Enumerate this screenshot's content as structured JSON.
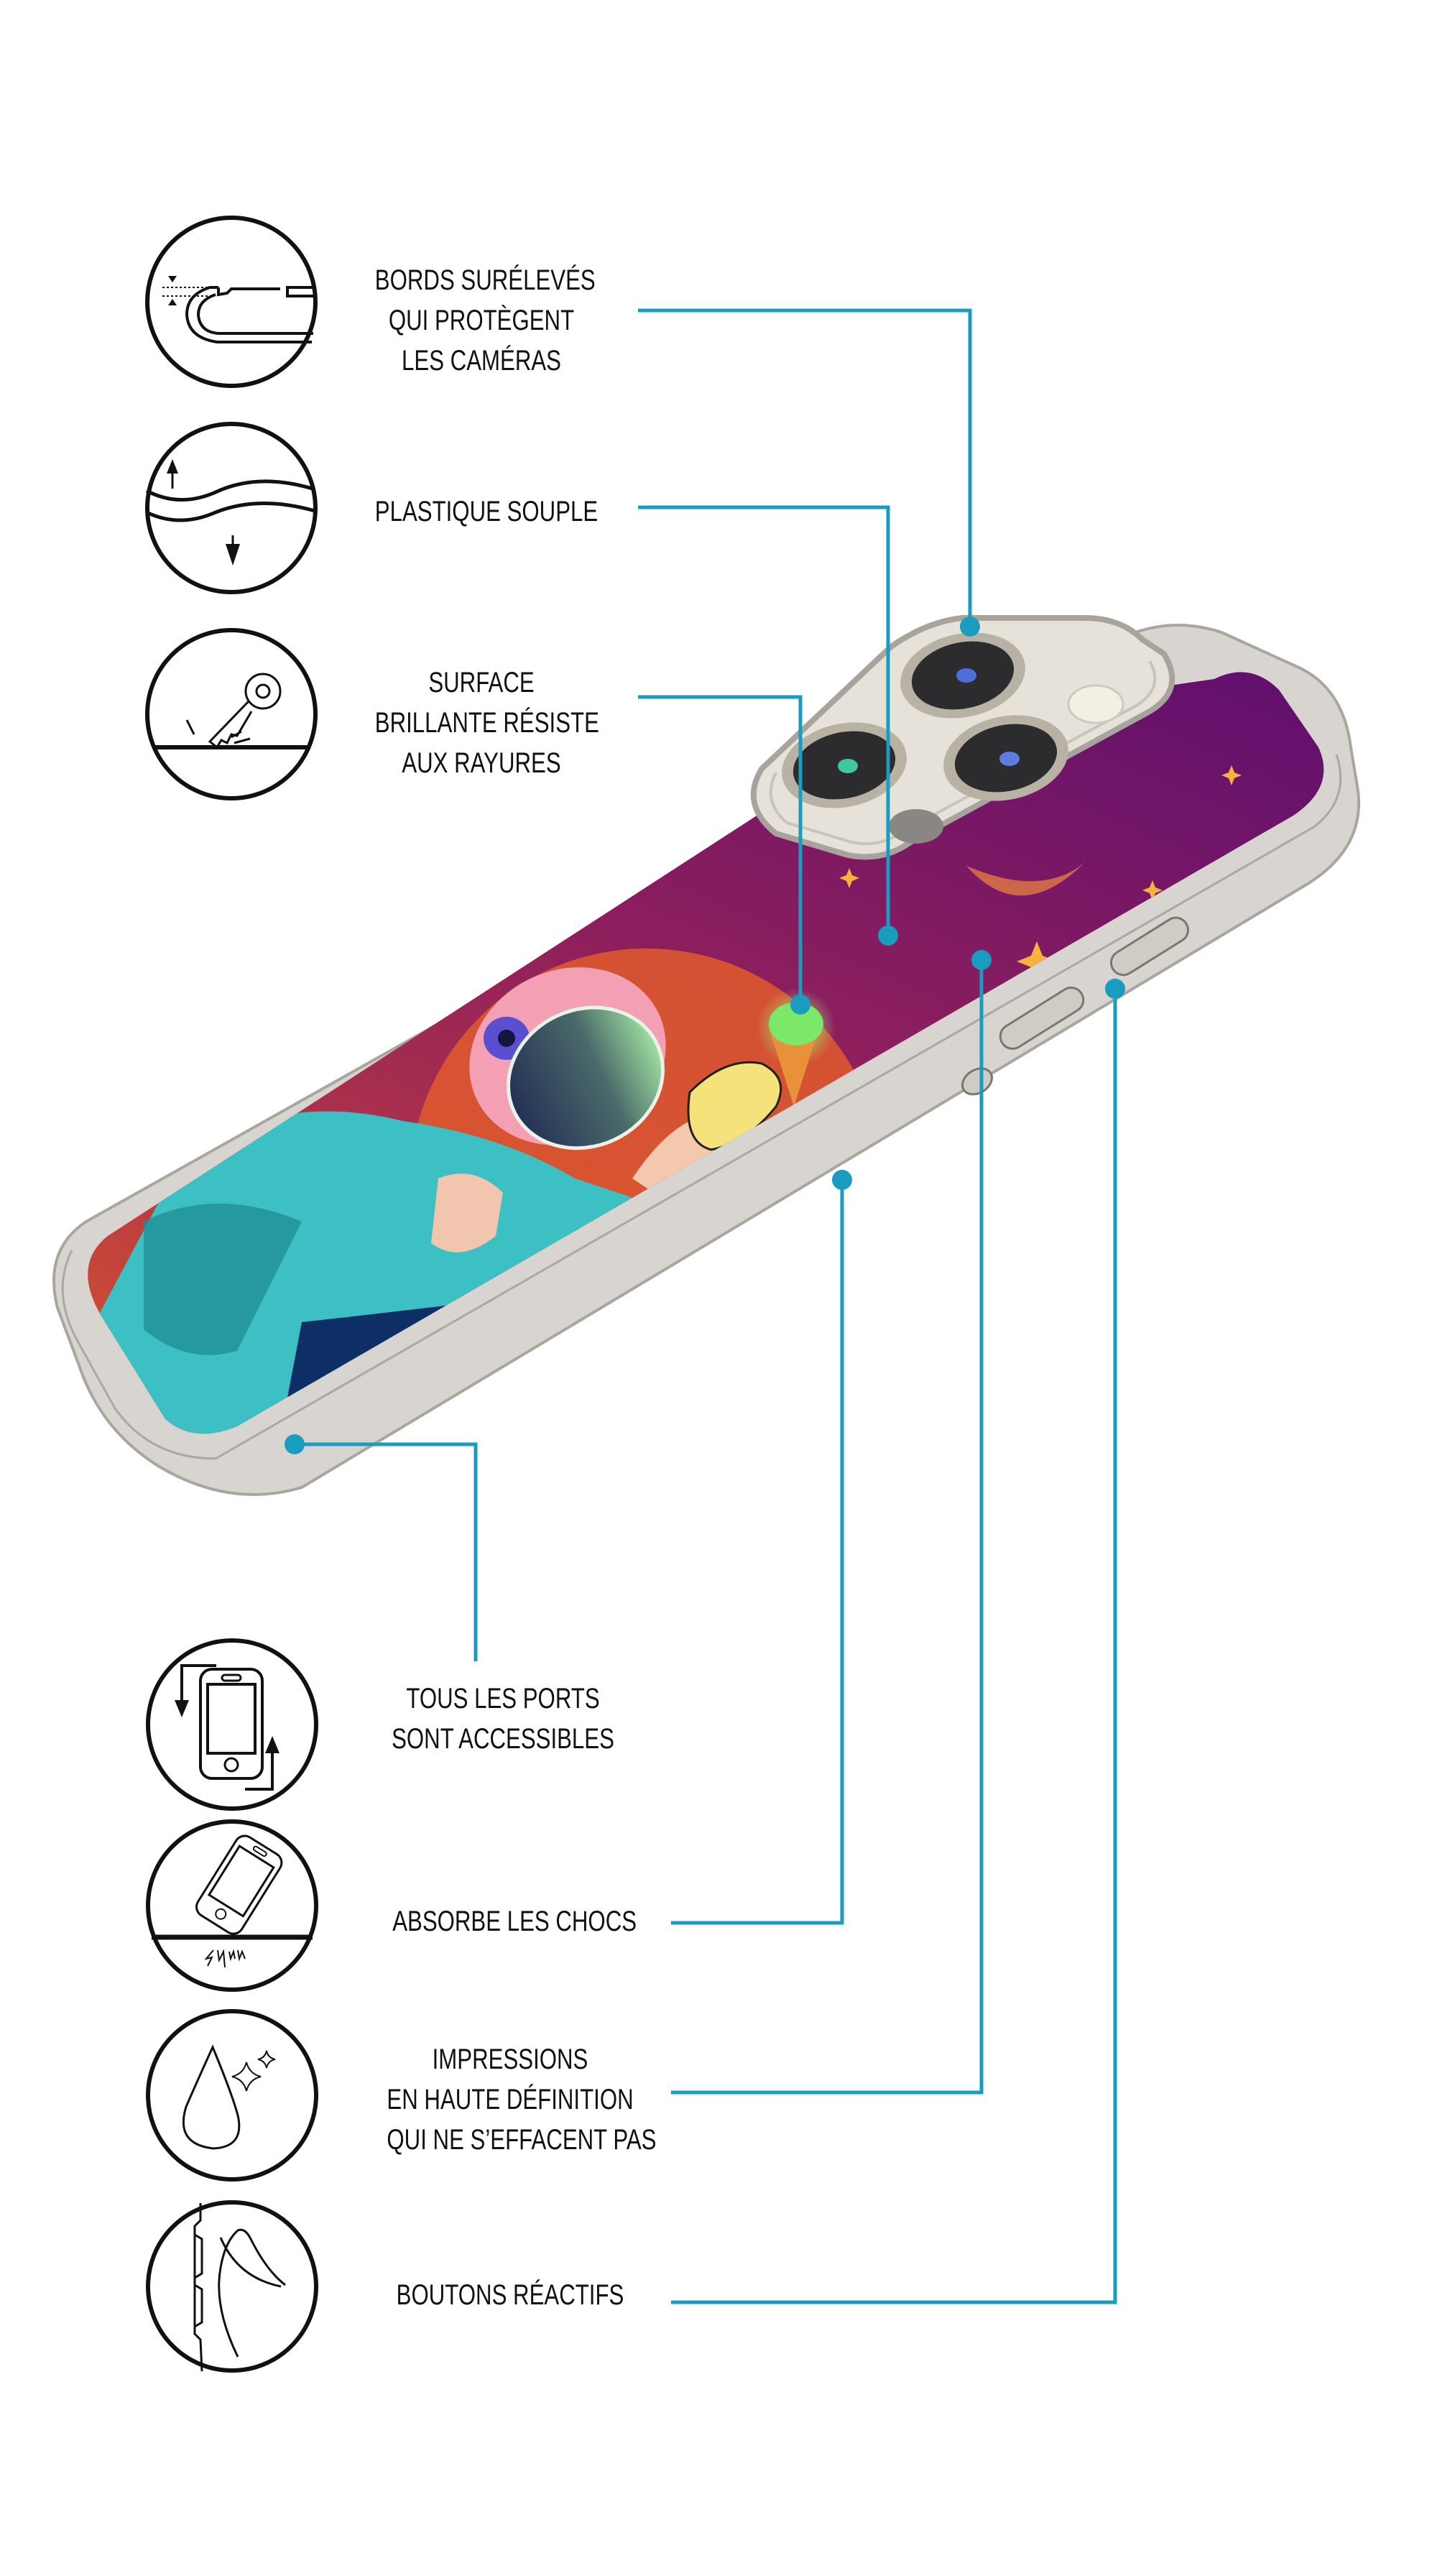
{
  "theme": {
    "callout_color": "#1a9bc0",
    "icon_stroke": "#111111",
    "background": "#ffffff"
  },
  "features": [
    {
      "id": "raised-edges",
      "icon": "raised-edge-camera-icon",
      "lines": [
        "BORDS SURÉLEVÉS",
        "QUI PROTÈGENT",
        "LES CAMÉRAS"
      ]
    },
    {
      "id": "soft-plastic",
      "icon": "flexible-wave-icon",
      "lines": [
        "PLASTIQUE SOUPLE"
      ]
    },
    {
      "id": "scratch-resistant",
      "icon": "key-scratch-icon",
      "lines": [
        "SURFACE",
        "BRILLANTE RÉSISTE",
        "AUX RAYURES"
      ]
    },
    {
      "id": "ports-accessible",
      "icon": "phone-rotate-icon",
      "lines": [
        "TOUS LES PORTS",
        "SONT ACCESSIBLES"
      ]
    },
    {
      "id": "shock-absorb",
      "icon": "phone-drop-shock-icon",
      "lines": [
        "ABSORBE LES CHOCS"
      ]
    },
    {
      "id": "hd-print",
      "icon": "drop-sparkle-icon",
      "lines": [
        "IMPRESSIONS",
        "EN HAUTE DÉFINITION",
        "QUI NE S’EFFACENT PAS"
      ]
    },
    {
      "id": "responsive-buttons",
      "icon": "side-buttons-icon",
      "lines": [
        "BOUTONS RÉACTIFS"
      ]
    }
  ],
  "product": {
    "type": "phone-case-illustration",
    "artwork": "astronaut-with-ice-cream",
    "colors": {
      "sky_top": "#6a0f6e",
      "sky_mid": "#8e1f5c",
      "sky_bottom": "#c2423e",
      "sun": "#e0572c",
      "jacket": "#3cc0c4",
      "jacket_dark": "#1f8f95",
      "pants": "#0d2f66",
      "helmet": "#f3a0b4",
      "visor": "#2c3a5a",
      "ice_cream": "#7be86a",
      "cone": "#e8913a",
      "glove": "#f5e27a",
      "case_frame": "#c9c6c0",
      "camera_plate": "#e6e2da",
      "star": "#f6b23c"
    }
  }
}
